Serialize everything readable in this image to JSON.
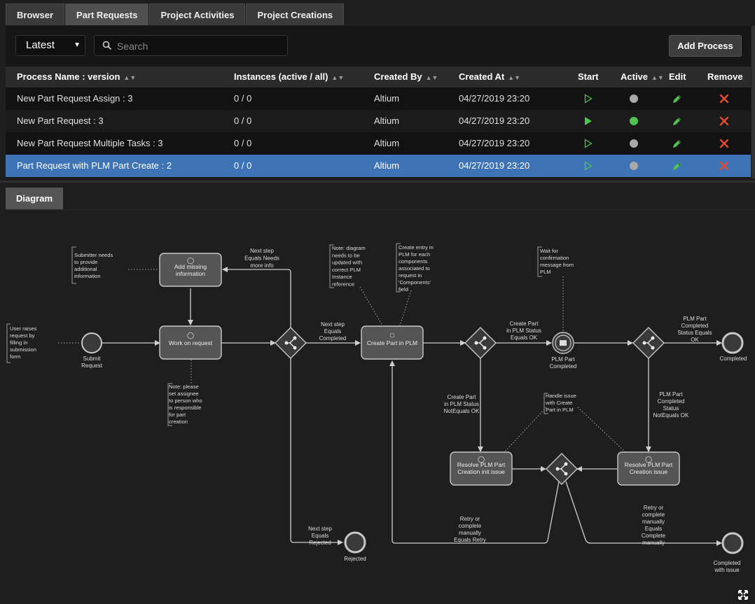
{
  "tabs": [
    "Browser",
    "Part Requests",
    "Project Activities",
    "Project Creations"
  ],
  "toolbar": {
    "version_select": "Latest",
    "search_placeholder": "Search",
    "add_button": "Add Process"
  },
  "table": {
    "headers": [
      "Process Name : version",
      "Instances (active / all)",
      "Created By",
      "Created At",
      "Start",
      "Active",
      "Edit",
      "Remove"
    ],
    "rows": [
      {
        "name": "New Part Request Assign : 3",
        "instances": "0 / 0",
        "created_by": "Altium",
        "created_at": "04/27/2019 23:20",
        "active": false
      },
      {
        "name": "New Part Request : 3",
        "instances": "0 / 0",
        "created_by": "Altium",
        "created_at": "04/27/2019 23:20",
        "active": true
      },
      {
        "name": "New Part Request Multiple Tasks : 3",
        "instances": "0 / 0",
        "created_by": "Altium",
        "created_at": "04/27/2019 23:20",
        "active": false
      },
      {
        "name": "Part Request with PLM Part Create : 2",
        "instances": "0 / 0",
        "created_by": "Altium",
        "created_at": "04/27/2019 23:20",
        "active": false,
        "selected": true
      }
    ]
  },
  "diagram": {
    "tab": "Diagram",
    "tasks": {
      "add_missing": [
        "Add missing",
        "information"
      ],
      "work_on_request": [
        "Work on request"
      ],
      "create_part": [
        "Create Part in PLM"
      ],
      "resolve_init": [
        "Resolve PLM Part",
        "Creation init issue"
      ],
      "resolve_creation": [
        "Resolve PLM Part",
        "Creation issue"
      ]
    },
    "events": {
      "submit": [
        "Submit",
        "Request"
      ],
      "rejected": [
        "Rejected"
      ],
      "plm_completed": [
        "PLM Part",
        "Completed"
      ],
      "completed": [
        "Completed"
      ],
      "completed_issue": [
        "Completed",
        "with issue"
      ]
    },
    "flows": {
      "needs_info": [
        "Next step",
        "Equals Needs",
        "more info"
      ],
      "completed": [
        "Next step",
        "Equals",
        "Completed"
      ],
      "rejected": [
        "Next step",
        "Equals",
        "Rejected"
      ],
      "status_ok": [
        "Create Part",
        "in PLM Status",
        "Equals OK"
      ],
      "status_not_ok": [
        "Create Part",
        "in PLM Status",
        "NotEquals OK"
      ],
      "plm_ok": [
        "PLM Part",
        "Completed",
        "Status Equals",
        "OK"
      ],
      "plm_not_ok": [
        "PLM Part",
        "Completed",
        "Status",
        "NotEquals OK"
      ],
      "retry": [
        "Retry or",
        "complete",
        "manually",
        "Equals Retry"
      ],
      "complete_manually": [
        "Retry or",
        "complete",
        "manually",
        "Equals",
        "Complete",
        "manually"
      ]
    },
    "annotations": {
      "user_raises": [
        "User raises",
        "request by",
        "filling in",
        "submission",
        "form"
      ],
      "submitter": [
        "Submitter needs",
        "to provide",
        "additional",
        "information"
      ],
      "assignee": [
        "Note: please",
        "set assignee",
        "to person who",
        "is responsible",
        "for part",
        "creation"
      ],
      "diagram_note": [
        "Note: diagram",
        "needs to be",
        "updated with",
        "correct PLM",
        "Instance",
        "reference"
      ],
      "create_entry": [
        "Create entry in",
        "PLM for each",
        "components",
        "associated to",
        "request in",
        "'Components'",
        "field"
      ],
      "wait": [
        "Wait for",
        "confirmation",
        "message from",
        "PLM"
      ],
      "handle_issue": [
        "Handle issue",
        "with Create",
        "Part in PLM"
      ]
    }
  }
}
